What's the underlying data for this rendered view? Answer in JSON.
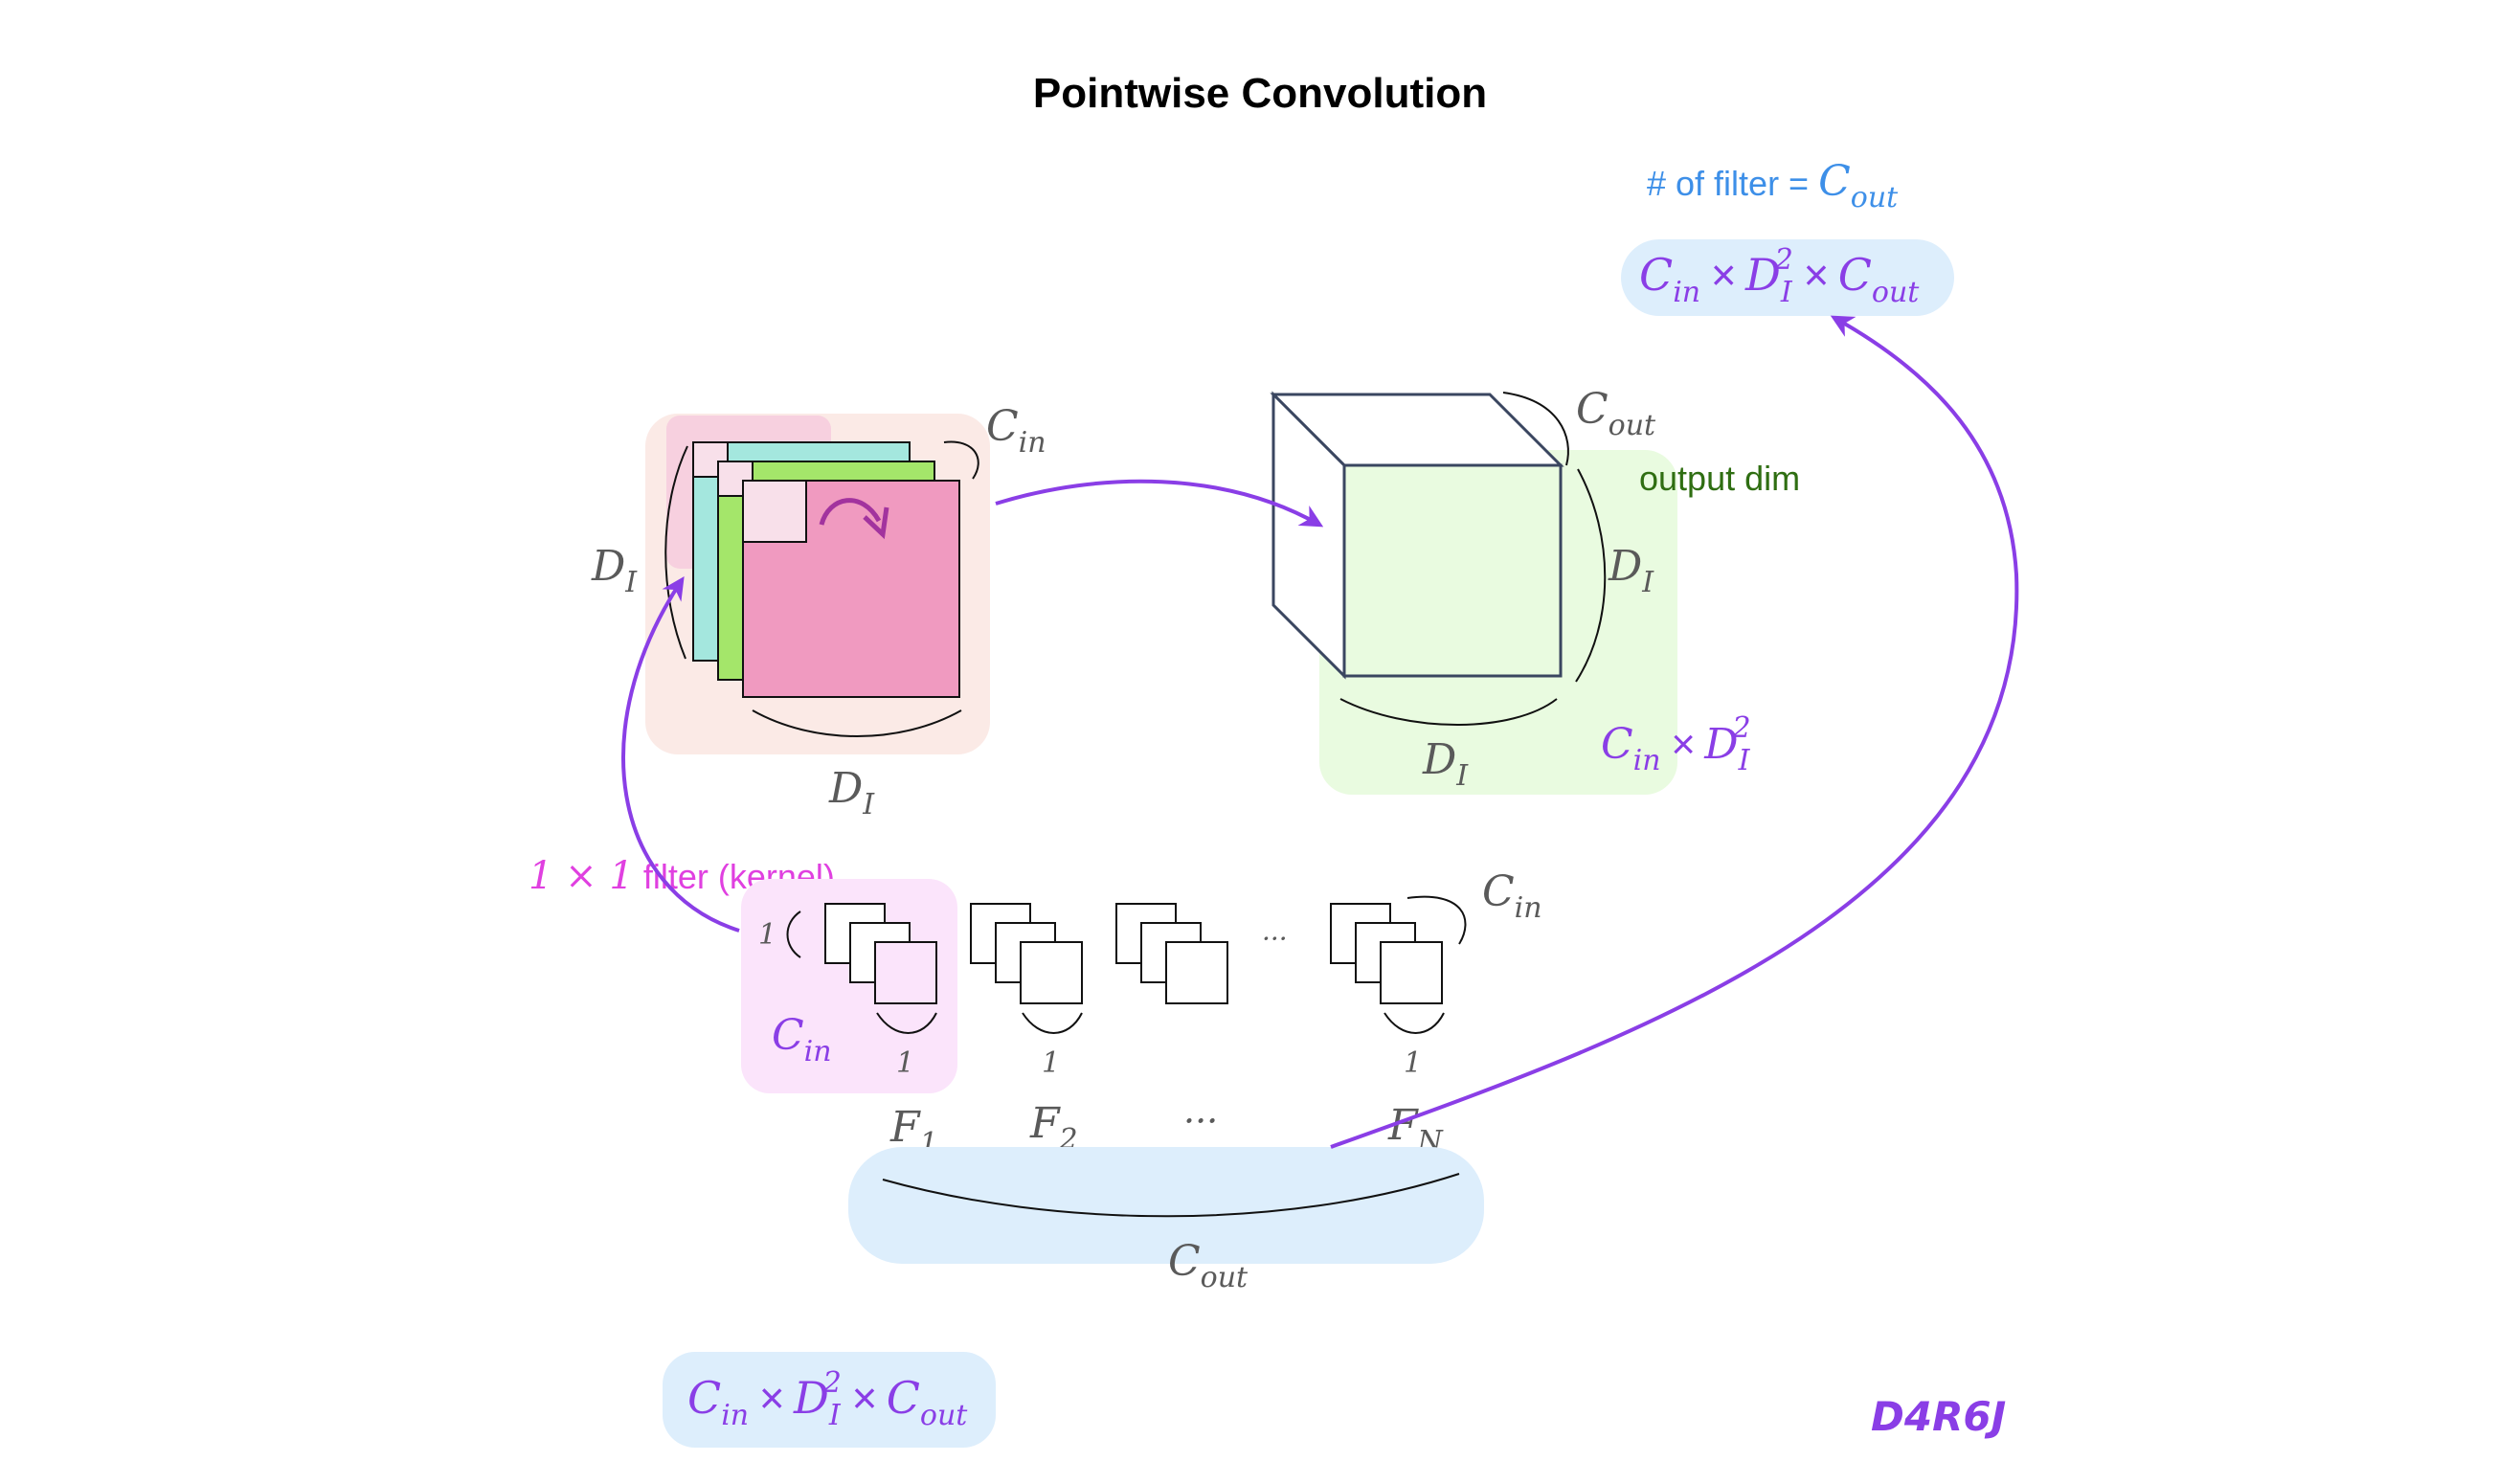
{
  "title": "Pointwise Convolution",
  "labels": {
    "num_filters_prefix": "# of filter = ",
    "c": "C",
    "d": "D",
    "sub_in": "in",
    "sub_out": "out",
    "sub_i": "I",
    "sub_n": "N",
    "sub_1": "1",
    "sub_2": "2",
    "sup_2": "2",
    "times": "×",
    "one": "1",
    "dots": "···",
    "dots_small": "···",
    "f": "F",
    "output_dim": "output dim",
    "filter_kernel": "1 × 1 filter (kernel)",
    "filter_kernel_prefix": "1 × 1",
    "filter_kernel_suffix": " filter (kernel)",
    "signature": "D4R6J"
  },
  "colors": {
    "accent_purple": "#8a3ee6",
    "blue_text": "#3d8fe8",
    "green_text": "#2f6e12",
    "magenta_text": "#e040e0",
    "gray_text": "#5a5a5a",
    "input_bg": "#fbeae6",
    "output_bg": "#e9fbe0",
    "filter_bg": "#fbe4fb",
    "pill_blue": "#ddeefc"
  }
}
